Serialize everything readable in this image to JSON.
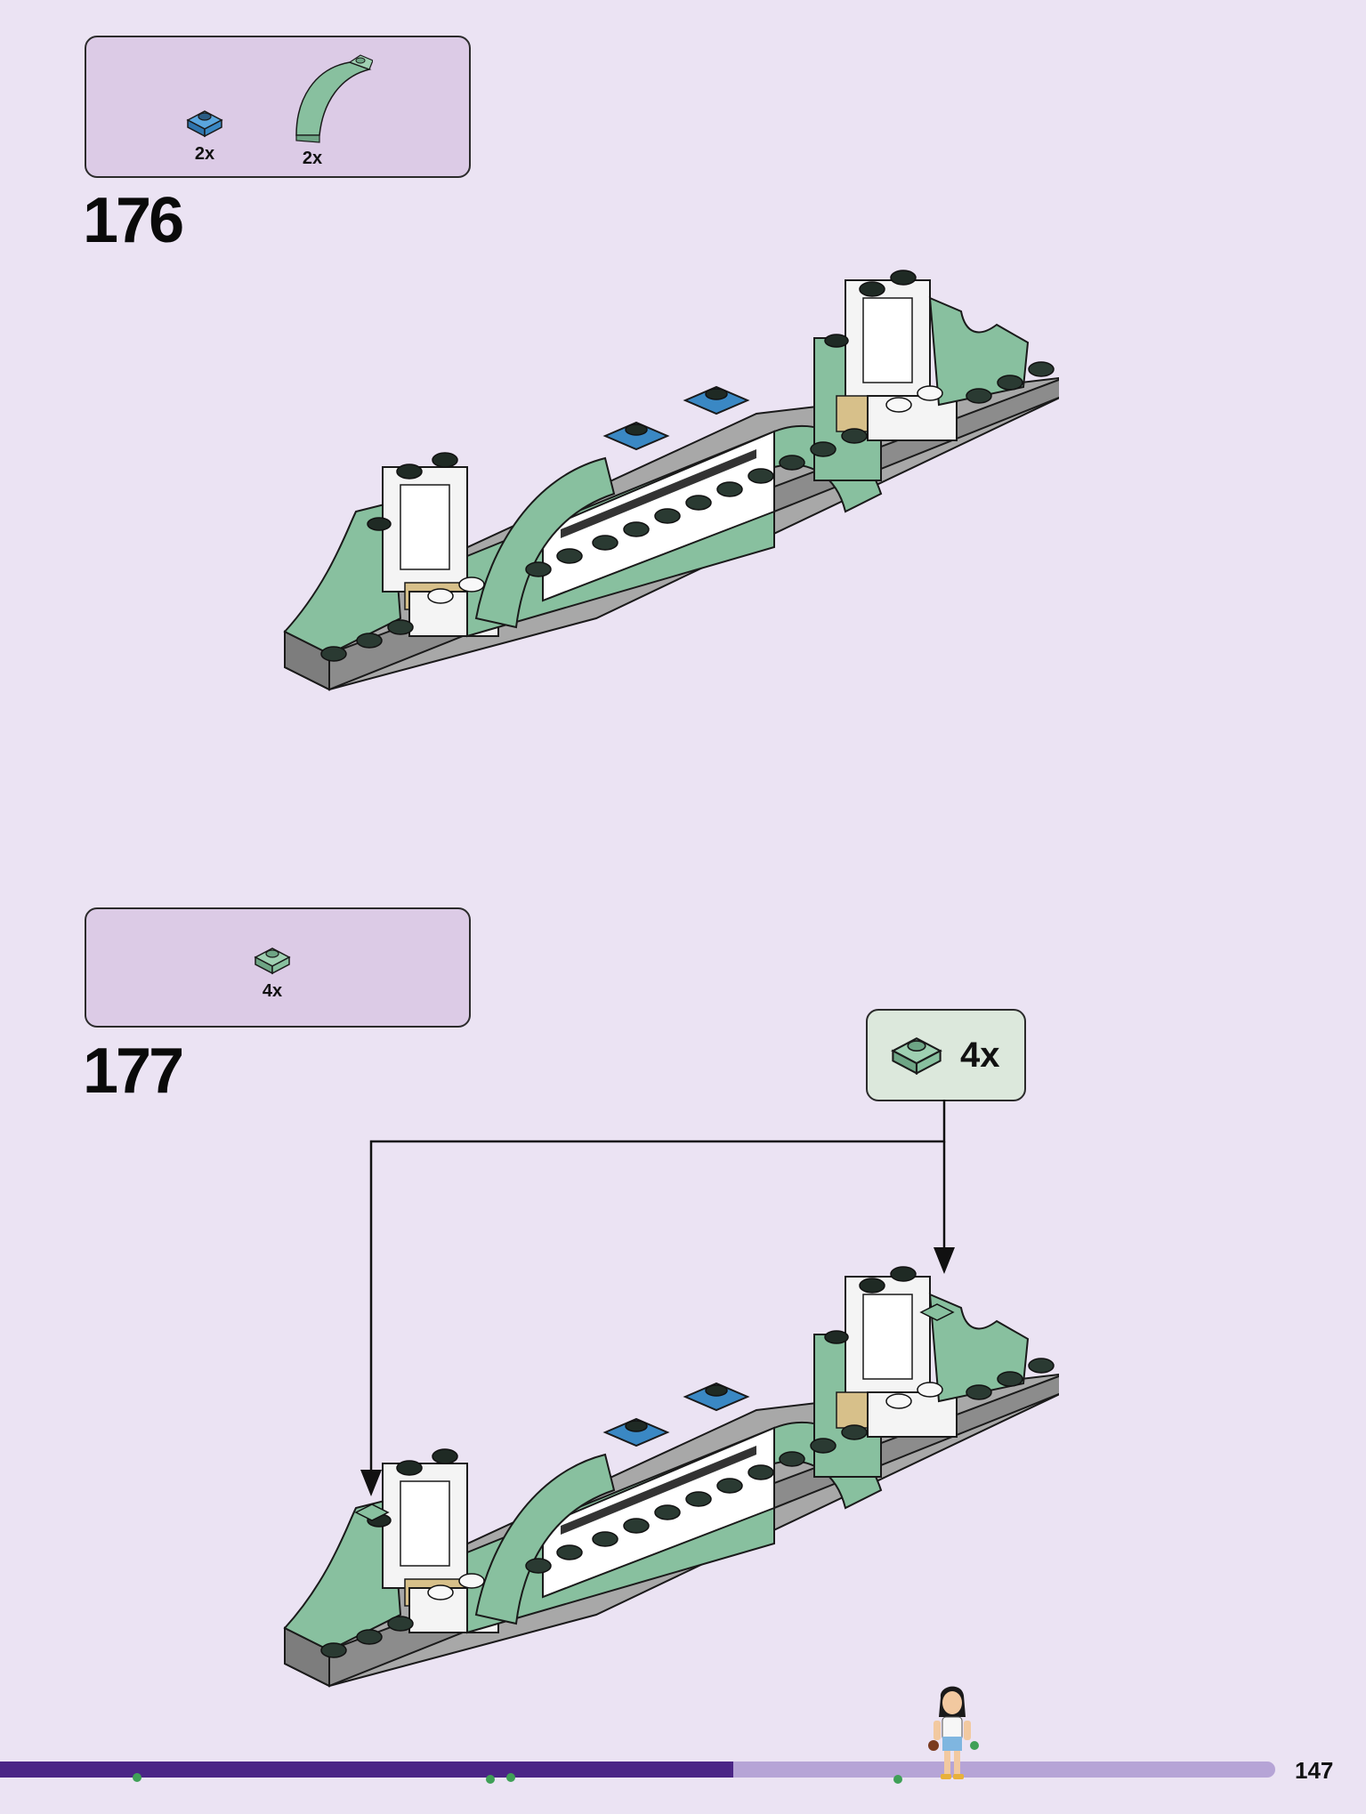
{
  "steps": [
    {
      "number": "176",
      "parts": [
        {
          "icon": "blue-plate-1x1-icon",
          "qty": "2x",
          "color": "#3a88c4"
        },
        {
          "icon": "green-curved-slope-icon",
          "qty": "2x",
          "color": "#88c09f"
        }
      ]
    },
    {
      "number": "177",
      "parts": [
        {
          "icon": "green-plate-1x1-icon",
          "qty": "4x",
          "color": "#88c09f"
        }
      ],
      "callout": {
        "icon": "green-plate-1x1-icon",
        "qty": "4x"
      }
    }
  ],
  "progress": {
    "fraction": 0.575
  },
  "page_number": "147",
  "colors": {
    "background": "#ebe3f3",
    "parts_box": "#dccbe6",
    "callout": "#dce8dc",
    "sand_green": "#88c09f",
    "blue": "#3a88c4",
    "dark_stud": "#2a3a32",
    "grey_plate": "#8c8c8c",
    "tan": "#d7c08a",
    "progress_fill": "#4b2586",
    "progress_track": "#b6a4d6"
  }
}
